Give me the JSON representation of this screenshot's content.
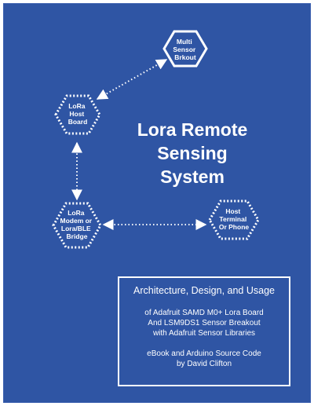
{
  "cover": {
    "background_color": "#2f55a4",
    "foreground_color": "#ffffff",
    "title_lines": [
      "Lora Remote",
      "Sensing",
      "System"
    ]
  },
  "diagram": {
    "nodes": [
      {
        "id": "multi-sensor",
        "lines": [
          "Multi",
          "Sensor",
          "Brkout"
        ],
        "outline": "solid"
      },
      {
        "id": "lora-host",
        "lines": [
          "LoRa",
          "Host",
          "Board"
        ],
        "outline": "dotted"
      },
      {
        "id": "lora-modem",
        "lines": [
          "LoRa",
          "Modem or",
          "Lora/BLE",
          "Bridge"
        ],
        "outline": "dotted"
      },
      {
        "id": "host-terminal",
        "lines": [
          "Host",
          "Terminal",
          "Or Phone"
        ],
        "outline": "dotted"
      }
    ],
    "links": [
      {
        "from": "lora-host",
        "to": "multi-sensor",
        "style": "dotted",
        "arrows": "both"
      },
      {
        "from": "lora-host",
        "to": "lora-modem",
        "style": "dotted",
        "arrows": "both"
      },
      {
        "from": "lora-modem",
        "to": "host-terminal",
        "style": "dotted",
        "arrows": "both"
      }
    ]
  },
  "info": {
    "heading": "Architecture, Design, and Usage",
    "description_lines": [
      "of Adafruit SAMD M0+ Lora Board",
      "And LSM9DS1 Sensor Breakout",
      "with Adafruit Sensor Libraries"
    ],
    "credit_lines": [
      "eBook and Arduino Source Code",
      "by David Clifton"
    ]
  }
}
